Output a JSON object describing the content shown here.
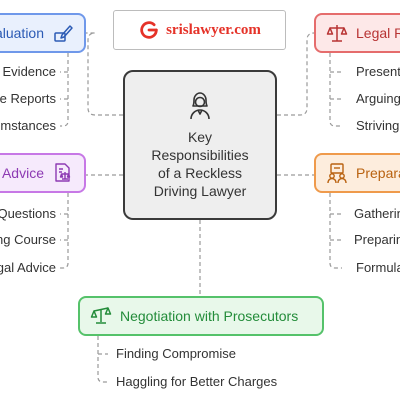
{
  "central": {
    "title": "Key\nResponsibilities\nof a Reckless\nDriving Lawyer",
    "icon": "lawyer-icon"
  },
  "watermark": {
    "text": "srislawyer.com",
    "icon": "g-logo-icon",
    "color": "#e53228"
  },
  "branches": {
    "evaluation": {
      "label": "Case Evaluation",
      "icon": "pen-document-icon",
      "color": "#6f98ea",
      "items": [
        "Reviewing Evidence",
        "Analyzing Police Reports",
        "Assessing Circumstances"
      ]
    },
    "legal": {
      "label": "Legal Representation",
      "icon": "scales-icon",
      "color": "#e56c6c",
      "items": [
        "Presenting Case",
        "Arguing Defense",
        "Striving for Best Outcome"
      ]
    },
    "advice": {
      "label": "Legal Advice",
      "icon": "document-scales-icon",
      "color": "#c778e6",
      "items": [
        "Answering Questions",
        "Recommending Course",
        "Providing Legal Advice"
      ]
    },
    "prep": {
      "label": "Preparation",
      "icon": "team-clipboard-icon",
      "color": "#ef9a4b",
      "items": [
        "Gathering Evidence",
        "Preparing Witnesses",
        "Formulating Strategy"
      ]
    },
    "nego": {
      "label": "Negotiation with Prosecutors",
      "icon": "balance-scale-icon",
      "color": "#55c26a",
      "items": [
        "Finding Compromise",
        "Haggling for Better Charges"
      ]
    }
  }
}
